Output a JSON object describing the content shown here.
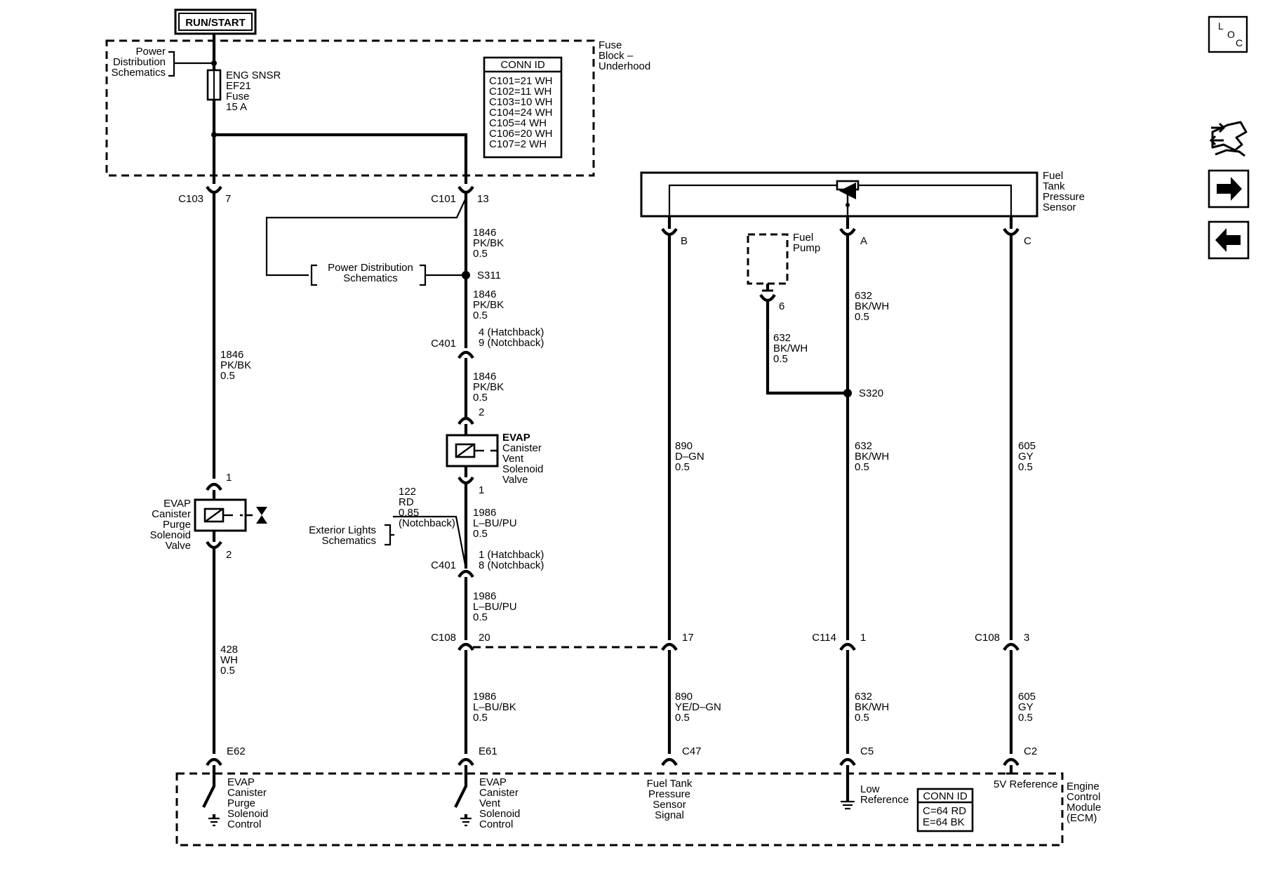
{
  "power": {
    "run_start": "RUN/START"
  },
  "fuse_block": {
    "title": [
      "Fuse",
      "Block –",
      "Underhood"
    ],
    "power_dist_ref": [
      "Power",
      "Distribution",
      "Schematics"
    ],
    "fuse_label": [
      "ENG SNSR",
      "EF21",
      "Fuse",
      "15 A"
    ],
    "conn_id_title": "CONN ID",
    "conn_ids": [
      "C101=21 WH",
      "C102=11 WH",
      "C103=10 WH",
      "C104=24 WH",
      "C105=4 WH",
      "C106=20 WH",
      "C107=2 WH"
    ]
  },
  "connectors": {
    "c103": "C103",
    "c103_pin": "7",
    "c101": "C101",
    "c101_pin": "13",
    "c401_upper": "C401",
    "c401_upper_pins": [
      "4 (Hatchback)",
      "9 (Notchback)"
    ],
    "c401_lower": "C401",
    "c401_lower_pins": [
      "1 (Hatchback)",
      "8 (Notchback)"
    ],
    "c108_a": "C108",
    "c108_a_pin": "20",
    "c108_a_pin2": "17",
    "c114": "C114",
    "c114_pin": "1",
    "c108_b": "C108",
    "c108_b_pin": "3",
    "sensor_b": "B",
    "sensor_a": "A",
    "sensor_c": "C",
    "pump_pin": "6",
    "purge_pin1": "1",
    "purge_pin2": "2",
    "vent_pin2": "2",
    "vent_pin1": "1",
    "e62": "E62",
    "e61": "E61",
    "c47": "C47",
    "c5": "C5",
    "c2": "C2"
  },
  "splices": {
    "s311": "S311",
    "s320": "S320"
  },
  "wires": {
    "w1846_a": [
      "1846",
      "PK/BK",
      "0.5"
    ],
    "w1846_b": [
      "1846",
      "PK/BK",
      "0.5"
    ],
    "w1846_c": [
      "1846",
      "PK/BK",
      "0.5"
    ],
    "w1846_d": [
      "1846",
      "PK/BK",
      "0.5"
    ],
    "w428": [
      "428",
      "WH",
      "0.5"
    ],
    "w122": [
      "122",
      "RD",
      "0.85",
      "(Notchback)"
    ],
    "w1986_a": [
      "1986",
      "L–BU/PU",
      "0.5"
    ],
    "w1986_b": [
      "1986",
      "L–BU/PU",
      "0.5"
    ],
    "w1986_c": [
      "1986",
      "L–BU/BK",
      "0.5"
    ],
    "w890_a": [
      "890",
      "D–GN",
      "0.5"
    ],
    "w890_b": [
      "890",
      "YE/D–GN",
      "0.5"
    ],
    "w632_a": [
      "632",
      "BK/WH",
      "0.5"
    ],
    "w632_pump": [
      "632",
      "BK/WH",
      "0.5"
    ],
    "w632_b": [
      "632",
      "BK/WH",
      "0.5"
    ],
    "w632_c": [
      "632",
      "BK/WH",
      "0.5"
    ],
    "w605_a": [
      "605",
      "GY",
      "0.5"
    ],
    "w605_b": [
      "605",
      "GY",
      "0.5"
    ]
  },
  "components": {
    "power_dist_mid": [
      "Power Distribution",
      "Schematics"
    ],
    "exterior_lights": [
      "Exterior Lights",
      "Schematics"
    ],
    "vent_valve": [
      "EVAP",
      "Canister",
      "Vent",
      "Solenoid",
      "Valve"
    ],
    "purge_valve": [
      "EVAP",
      "Canister",
      "Purge",
      "Solenoid",
      "Valve"
    ],
    "fuel_tank_sensor": [
      "Fuel",
      "Tank",
      "Pressure",
      "Sensor"
    ],
    "fuel_pump": [
      "Fuel",
      "Pump"
    ]
  },
  "ecm": {
    "title": [
      "Engine",
      "Control",
      "Module",
      "(ECM)"
    ],
    "purge_control": [
      "EVAP",
      "Canister",
      "Purge",
      "Solenoid",
      "Control"
    ],
    "vent_control": [
      "EVAP",
      "Canister",
      "Vent",
      "Solenoid",
      "Control"
    ],
    "tank_signal": [
      "Fuel Tank",
      "Pressure",
      "Sensor",
      "Signal"
    ],
    "low_ref": [
      "Low",
      "Reference"
    ],
    "ref_5v": "5V Reference",
    "conn_id_title": "CONN ID",
    "conn_ids": [
      "C=64 RD",
      "E=64 BK"
    ]
  },
  "nav": {
    "loc_letters": [
      "L",
      "O",
      "C"
    ]
  }
}
